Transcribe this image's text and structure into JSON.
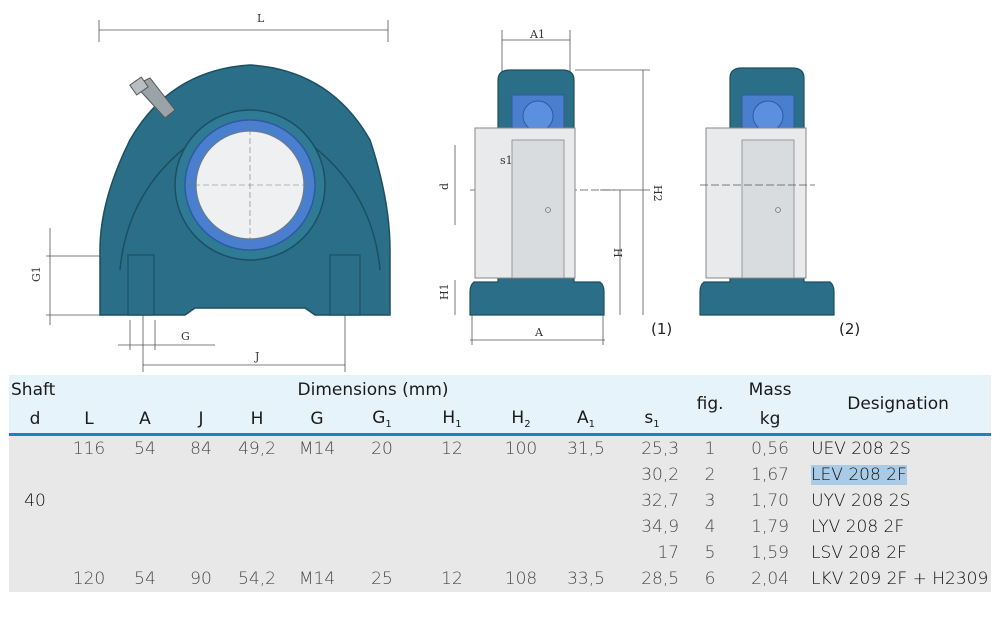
{
  "figure_labels": {
    "fig1": "(1)",
    "fig2": "(2)"
  },
  "drawing_dims": {
    "L": "L",
    "G1": "G1",
    "G": "G",
    "J": "J",
    "A1": "A1",
    "s1": "s1",
    "d": "d",
    "H2": "H2",
    "H": "H",
    "H1": "H1",
    "A": "A"
  },
  "table": {
    "header": {
      "shaft": "Shaft",
      "dimensions": "Dimensions (mm)",
      "fig": "fig.",
      "mass": "Mass",
      "designation": "Designation",
      "d": "d",
      "L": "L",
      "A": "A",
      "J": "J",
      "H": "H",
      "G": "G",
      "G1": "G",
      "H1": "H",
      "H2": "H",
      "A1": "A",
      "s1": "s",
      "sub1": "1",
      "sub2": "2",
      "kg": "kg"
    },
    "shaft_d": "40",
    "rows": [
      {
        "L": "116",
        "A": "54",
        "J": "84",
        "H": "49,2",
        "G": "M14",
        "G1": "20",
        "H1": "12",
        "H2": "100",
        "A1": "31,5",
        "s1": "25,3",
        "fig": "1",
        "mass": "0,56",
        "designation": "UEV 208 2S"
      },
      {
        "L": "",
        "A": "",
        "J": "",
        "H": "",
        "G": "",
        "G1": "",
        "H1": "",
        "H2": "",
        "A1": "",
        "s1": "30,2",
        "fig": "2",
        "mass": "1,67",
        "designation": "LEV 208 2F"
      },
      {
        "L": "",
        "A": "",
        "J": "",
        "H": "",
        "G": "",
        "G1": "",
        "H1": "",
        "H2": "",
        "A1": "",
        "s1": "32,7",
        "fig": "3",
        "mass": "1,70",
        "designation": "UYV 208 2S"
      },
      {
        "L": "",
        "A": "",
        "J": "",
        "H": "",
        "G": "",
        "G1": "",
        "H1": "",
        "H2": "",
        "A1": "",
        "s1": "34,9",
        "fig": "4",
        "mass": "1,79",
        "designation": "LYV 208 2F"
      },
      {
        "L": "",
        "A": "",
        "J": "",
        "H": "",
        "G": "",
        "G1": "",
        "H1": "",
        "H2": "",
        "A1": "",
        "s1": "17",
        "fig": "5",
        "mass": "1,59",
        "designation": "LSV 208 2F"
      },
      {
        "L": "120",
        "A": "54",
        "J": "90",
        "H": "54,2",
        "G": "M14",
        "G1": "25",
        "H1": "12",
        "H2": "108",
        "A1": "33,5",
        "s1": "28,5",
        "fig": "6",
        "mass": "2,04",
        "designation": "LKV 209 2F + H2309"
      }
    ]
  },
  "colors": {
    "housing": "#2a6f87",
    "bearing_ring": "#4a7fd0",
    "header_bg": "#e6f3fb",
    "header_rule": "#1a84c3",
    "body_bg": "#e8e8e9",
    "selection": "#a9cbe6"
  }
}
